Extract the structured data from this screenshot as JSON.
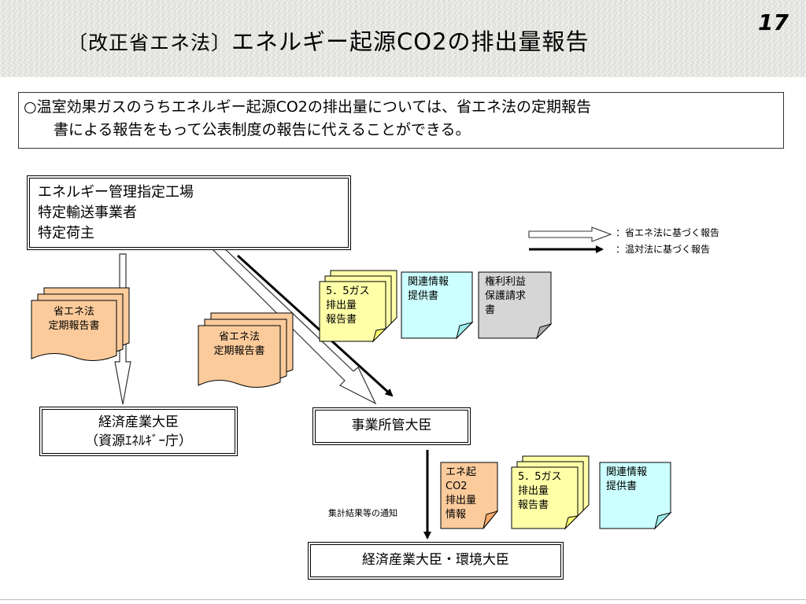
{
  "slide": {
    "title_prefix": "〔改正省エネ法〕",
    "title_main": "エネルギー起源CO2の排出量報告",
    "page_number": "17"
  },
  "note": {
    "line1": "○温室効果ガスのうちエネルギー起源CO2の排出量については、省エネ法の定期報告",
    "line2": "書による報告をもって公表制度の報告に代えることができる。"
  },
  "entities": {
    "reporters": [
      "エネルギー管理指定工場",
      "特定輸送事業者",
      "特定荷主"
    ],
    "meti_line1": "経済産業大臣",
    "meti_line2": "（資源ｴﾈﾙｷﾞｰ庁）",
    "jurisdiction": "事業所管大臣",
    "final": "経済産業大臣・環境大臣"
  },
  "legend": {
    "hollow": "：省エネ法に基づく報告",
    "solid": "：温対法に基づく報告"
  },
  "documents": {
    "energy_report_left": [
      "省エネ法",
      "定期報告書"
    ],
    "energy_report_mid": [
      "省エネ法",
      "定期報告書"
    ],
    "gas_report_top": [
      "5．5ガス",
      "排出量",
      "報告書"
    ],
    "related_info_top": [
      "関連情報",
      "提供書"
    ],
    "rights_request": [
      "権利利益",
      "保護請求",
      "書"
    ],
    "co2_info": [
      "エネ起",
      "CO2",
      "排出量",
      "情報"
    ],
    "gas_report_bottom": [
      "5．5ガス",
      "排出量",
      "報告書"
    ],
    "related_info_bottom": [
      "関連情報",
      "提供書"
    ]
  },
  "labels": {
    "notification": "集計結果等の通知"
  },
  "colors": {
    "orange_doc": "#fccb9c",
    "yellow_doc": "#ffffa8",
    "blue_doc": "#ccffff",
    "gray_doc": "#d6d6d6"
  }
}
